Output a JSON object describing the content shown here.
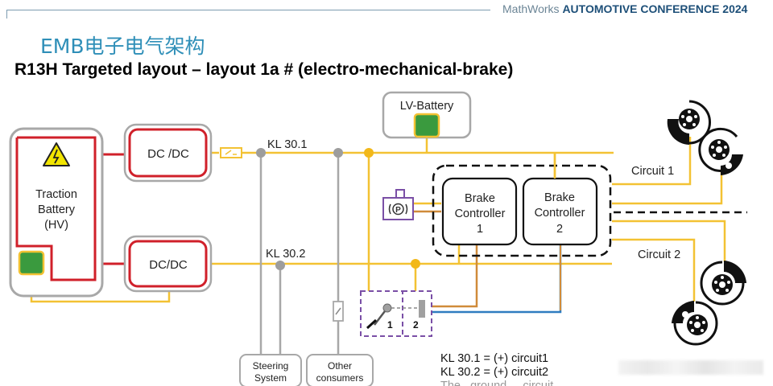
{
  "header": {
    "brand_light": "MathWorks",
    "brand_bold": "AUTOMOTIVE CONFERENCE 2024"
  },
  "title_cn": "EMB电子电气架构",
  "subtitle": "R13H Targeted layout – layout 1a # (electro-mechanical-brake)",
  "components": {
    "traction_battery": [
      "Traction",
      "Battery",
      "(HV)"
    ],
    "dcdc_top": "DC /DC",
    "dcdc_bottom": "DC/DC",
    "lv_battery": "LV-Battery",
    "kl301": "KL 30.1",
    "kl302": "KL 30.2",
    "brake_controller_1": [
      "Brake",
      "Controller",
      "1"
    ],
    "brake_controller_2": [
      "Brake",
      "Controller",
      "2"
    ],
    "circuit1": "Circuit 1",
    "circuit2": "Circuit 2",
    "steering": [
      "Steering",
      "System"
    ],
    "other": [
      "Other",
      "consumers"
    ],
    "pedal_label_1": "1",
    "pedal_label_2": "2",
    "park_symbol": "P"
  },
  "legend": {
    "line1": "KL 30.1 = (+) circuit1",
    "line2": "KL 30.2 = (+) circuit2",
    "line3": "The...ground ... circuit..."
  },
  "colors": {
    "hv_red": "#d0202a",
    "lv_yellow": "#f3c233",
    "frame_gray": "#a8a8a8",
    "battery_green": "#3a9a3e",
    "node_gray": "#9d9d9d",
    "node_yellow": "#f2b81a",
    "park_purple": "#7a4fa6",
    "wire_orange": "#d08b3a",
    "wire_blue": "#2f7cc0",
    "title_blue": "#2f8fb8"
  }
}
